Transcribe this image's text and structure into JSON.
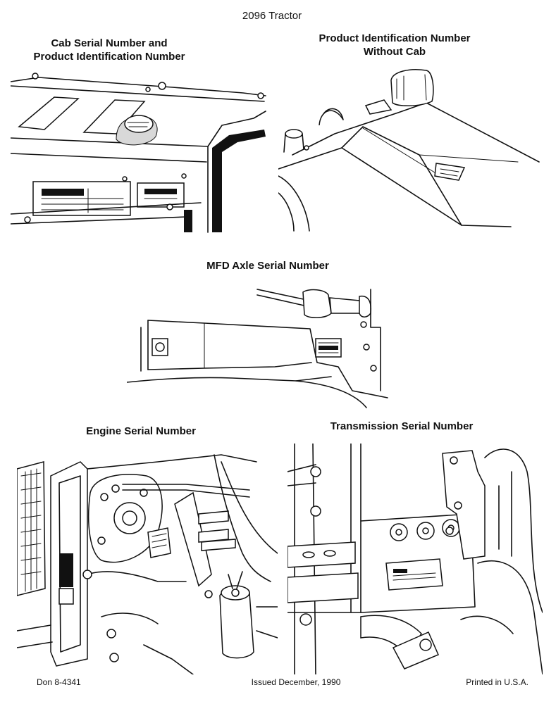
{
  "header": {
    "title": "2096 Tractor"
  },
  "panels": {
    "cab": {
      "caption_line1": "Cab Serial Number and",
      "caption_line2": "Product Identification Number"
    },
    "no_cab": {
      "caption_line1": "Product Identification Number",
      "caption_line2": "Without Cab"
    },
    "mfd": {
      "caption": "MFD Axle Serial Number"
    },
    "engine": {
      "caption": "Engine Serial Number"
    },
    "transmission": {
      "caption": "Transmission Serial Number"
    }
  },
  "footer": {
    "doc_number": "Don 8-4341",
    "issued": "Issued December, 1990",
    "printed": "Printed in U.S.A."
  }
}
